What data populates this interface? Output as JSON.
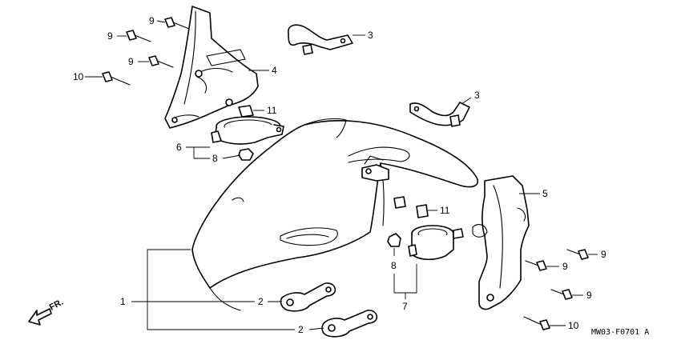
{
  "callouts": {
    "c1": "1",
    "c2a": "2",
    "c2b": "2",
    "c3a": "3",
    "c3b": "3",
    "c4": "4",
    "c5": "5",
    "c6": "6",
    "c7": "7",
    "c8a": "8",
    "c8b": "8",
    "c9a": "9",
    "c9b": "9",
    "c9c": "9",
    "c9d": "9",
    "c9e": "9",
    "c9f": "9",
    "c10a": "10",
    "c10b": "10",
    "c11a": "11",
    "c11b": "11"
  },
  "direction": "FR.",
  "diagram_code": "MW03-F0701 A"
}
